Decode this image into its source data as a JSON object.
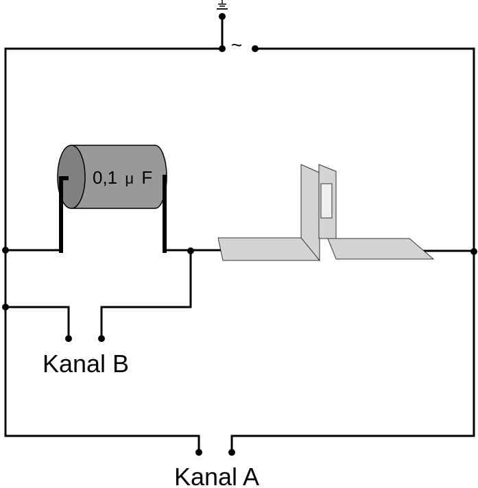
{
  "capacitor": {
    "value_text": "0,1",
    "mu_symbol": "μ",
    "unit_text": "F",
    "body_color": "#999999",
    "end_color": "#808080"
  },
  "source": {
    "ac_symbol": "~",
    "ground_symbol": "⏚"
  },
  "channels": {
    "b_label": "Kanal B",
    "a_label": "Kanal A"
  },
  "plates": {
    "fill_color": "#d4d4d4"
  }
}
